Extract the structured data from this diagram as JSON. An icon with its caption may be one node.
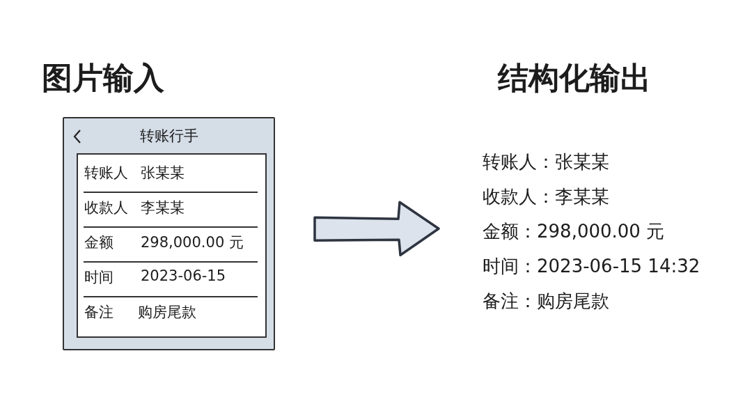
{
  "diagram": {
    "nodes": [
      {
        "text": [
          "转账行手"
        ]
      },
      {
        "text": [
          "转账人",
          "张某某",
          "收款人",
          "李某某",
          "金额",
          "298,000.00 元",
          "时间",
          "2023-06-15",
          "备注",
          "购房尾款"
        ],
        "in": 0
      },
      {
        "text": [
          "转账人：张某某",
          "收款人：李某某",
          "金额：298,000.00 元",
          "时间：2023-06-15 14:32",
          "备注：购房尾款"
        ]
      }
    ],
    "edges": [
      {
        "from": 0,
        "to": 2,
        "arrow": "to",
        "style": "thick"
      }
    ],
    "labels": [
      "图片输入",
      "结构化输出"
    ]
  }
}
